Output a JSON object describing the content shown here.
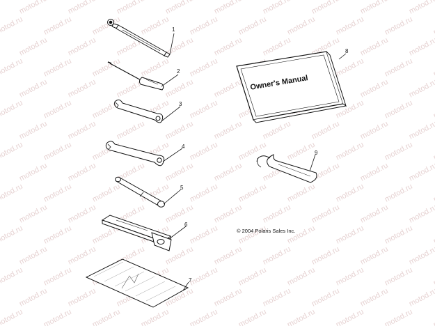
{
  "watermark": {
    "text": "motod.ru",
    "color": "#e6d2d2"
  },
  "copyright": "© 2004 Polaris Sales Inc.",
  "owners_manual": {
    "title": "Owner's Manual"
  },
  "callouts": [
    "1",
    "2",
    "3",
    "4",
    "5",
    "6",
    "7",
    "8",
    "9"
  ],
  "parts": [
    {
      "ref": "1",
      "icon": "tire-pressure-gauge-icon"
    },
    {
      "ref": "2",
      "icon": "screwdriver-icon"
    },
    {
      "ref": "3",
      "icon": "combination-wrench-icon"
    },
    {
      "ref": "4",
      "icon": "combination-wrench-icon"
    },
    {
      "ref": "5",
      "icon": "spark-plug-socket-icon"
    },
    {
      "ref": "6",
      "icon": "tool-bag-clip-icon"
    },
    {
      "ref": "7",
      "icon": "tool-pouch-icon"
    },
    {
      "ref": "8",
      "icon": "owners-manual-icon"
    },
    {
      "ref": "9",
      "icon": "spanner-hook-wrench-icon"
    }
  ]
}
